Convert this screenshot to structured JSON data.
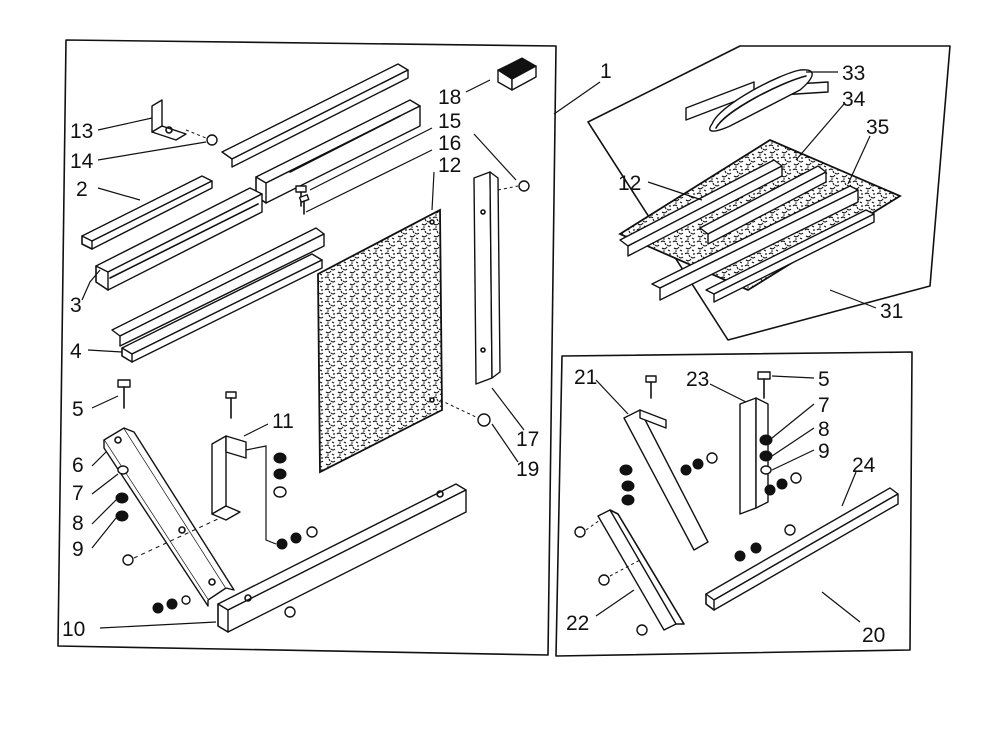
{
  "callouts": {
    "c1": "1",
    "c2": "2",
    "c3": "3",
    "c4": "4",
    "c5": "5",
    "c6": "6",
    "c7": "7",
    "c8": "8",
    "c9": "9",
    "c10": "10",
    "c11": "11",
    "c12": "12",
    "c13": "13",
    "c14": "14",
    "c15": "15",
    "c16": "16",
    "c17": "17",
    "c18": "18",
    "c19": "19",
    "c20": "20",
    "c21": "21",
    "c22": "22",
    "c23": "23",
    "c24": "24",
    "c31": "31",
    "c33": "33",
    "c34": "34",
    "c35": "35"
  },
  "colors": {
    "ink": "#111111",
    "paper": "#ffffff"
  }
}
